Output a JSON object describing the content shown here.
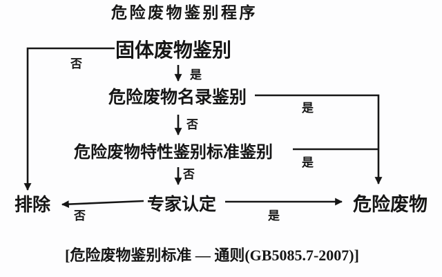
{
  "title": "危险废物鉴别程序",
  "nodes": {
    "solid_waste_check": "固体废物鉴别",
    "list_check": "危险废物名录鉴别",
    "characteristic_check": "危险废物特性鉴别标准鉴别",
    "expert_review": "专家认定",
    "excluded": "排除",
    "hazardous_waste": "危险废物"
  },
  "edge_labels": {
    "solid_no": "否",
    "solid_yes": "是",
    "list_no": "否",
    "list_yes": "是",
    "characteristic_no": "否",
    "characteristic_yes": "是",
    "expert_no": "否",
    "expert_yes": "是"
  },
  "caption": "[危险废物鉴别标准 — 通则(GB5085.7-2007)]",
  "colors": {
    "ink": "#161616",
    "background": "#fdfdfe"
  }
}
